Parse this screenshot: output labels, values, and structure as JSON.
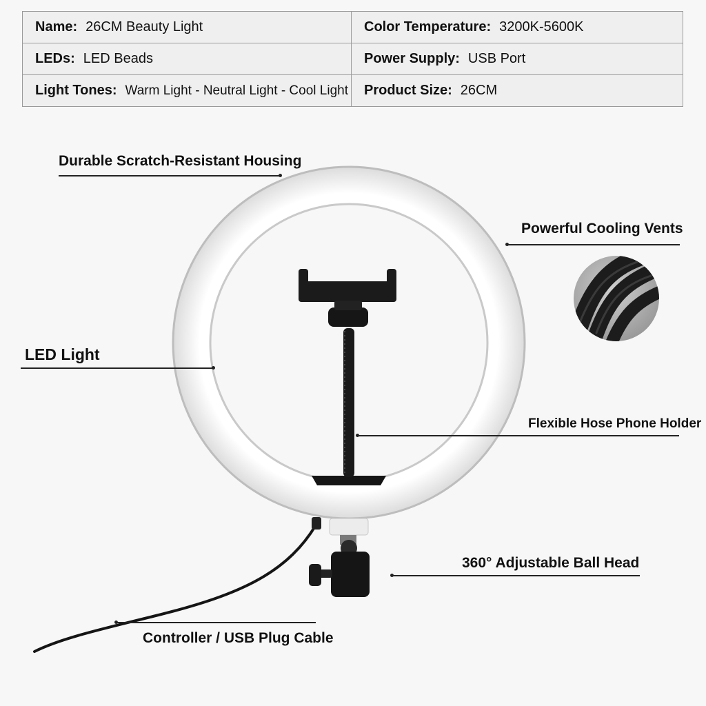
{
  "specs": {
    "name_label": "Name:",
    "name_value": "26CM Beauty Light",
    "color_temp_label": "Color Temperature:",
    "color_temp_value": "3200K-5600K",
    "leds_label": "LEDs:",
    "leds_value": "LED Beads",
    "power_label": "Power Supply:",
    "power_value": "USB Port",
    "tones_label": "Light Tones:",
    "tones_value": "Warm Light - Neutral Light - Cool Light",
    "size_label": "Product Size:",
    "size_value": "26CM"
  },
  "callouts": {
    "housing": "Durable Scratch-Resistant Housing",
    "cooling": "Powerful Cooling Vents",
    "led": "LED Light",
    "holder": "Flexible Hose Phone Holder",
    "ballhead": "360° Adjustable Ball Head",
    "cable": "Controller / USB Plug Cable"
  },
  "icons": {
    "ring": "ring-light-icon",
    "phone_clamp": "phone-clamp-icon",
    "gooseneck": "gooseneck-icon",
    "ball_head": "ball-head-icon",
    "cable": "usb-cable-icon",
    "vent_detail": "cooling-vent-icon"
  },
  "colors": {
    "ring": "#ffffff",
    "background": "#f7f7f7",
    "table": "#efefef",
    "hardware": "#111111"
  }
}
